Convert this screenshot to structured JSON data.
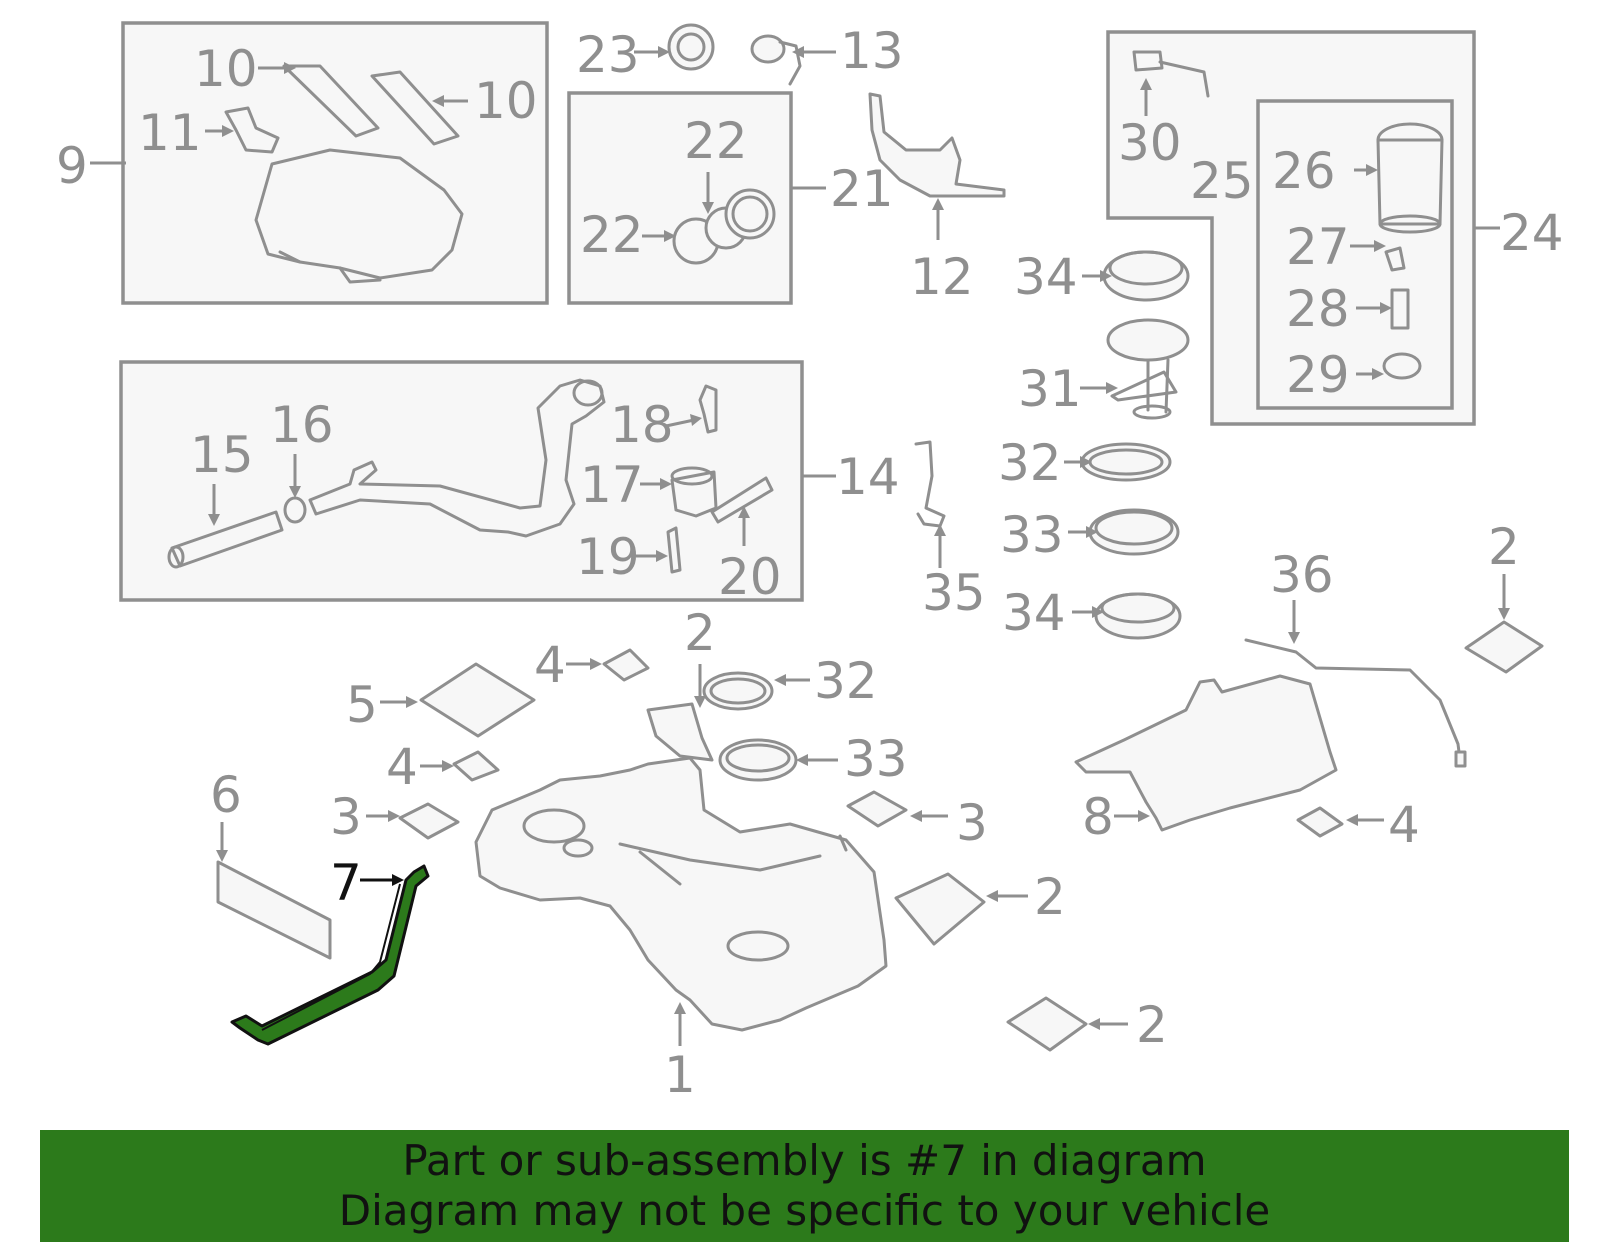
{
  "colors": {
    "line": "#8f8f8f",
    "highlight_part": "#2c7a1b",
    "highlight_text": "#111111",
    "banner_bg": "#2c7a1b",
    "panel_fill": "#f7f7f7"
  },
  "callouts": {
    "c1": "1",
    "c2": "2",
    "c3": "3",
    "c4": "4",
    "c5": "5",
    "c6": "6",
    "c7": "7",
    "c8": "8",
    "c9": "9",
    "c10": "10",
    "c11": "11",
    "c12": "12",
    "c13": "13",
    "c14": "14",
    "c15": "15",
    "c16": "16",
    "c17": "17",
    "c18": "18",
    "c19": "19",
    "c20": "20",
    "c21": "21",
    "c22": "22",
    "c23": "23",
    "c24": "24",
    "c25": "25",
    "c26": "26",
    "c27": "27",
    "c28": "28",
    "c29": "29",
    "c30": "30",
    "c31": "31",
    "c32": "32",
    "c33": "33",
    "c34": "34",
    "c35": "35",
    "c36": "36"
  },
  "highlighted_part": "7",
  "banner": {
    "line1": "Part or sub-assembly is #7 in diagram",
    "line2": "Diagram may not be specific to your vehicle"
  }
}
